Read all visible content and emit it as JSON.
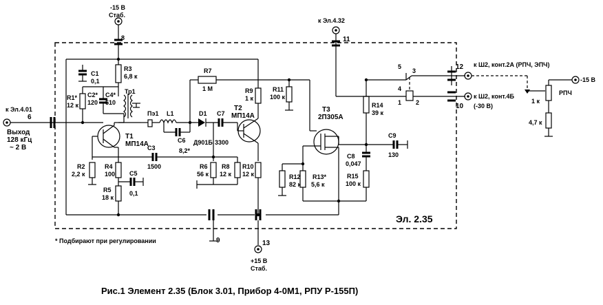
{
  "caption": "Рис.1  Элемент 2.35 (Блок 3.01, Прибор 4-0М1, РПУ Р-155П)",
  "note": "*  Подбирают при регулировании",
  "block_label": "Эл. 2.35",
  "terminals": {
    "t8": {
      "num": "8",
      "label1": "-15 В",
      "label2": "Стаб."
    },
    "t11": {
      "num": "11",
      "label1": "к Эл.4.32"
    },
    "t12": {
      "num": "12",
      "label1": "к Ш2, конт.2А (РПЧ, ЭПЧ)"
    },
    "t10": {
      "num": "10",
      "label1": "к Ш2, конт.4Б",
      "label2": "(-30 В)"
    },
    "t6": {
      "num": "6",
      "label1": "к Эл.4.01"
    },
    "t9": {
      "num": "9"
    },
    "t13": {
      "num": "13",
      "label1": "+15 В",
      "label2": "Стаб."
    }
  },
  "output_label": {
    "l1": "Выход",
    "l2": "128 кГц",
    "l3": "~ 2 В"
  },
  "switch": {
    "p1": "1",
    "p2": "2",
    "p3": "3",
    "p4": "4",
    "p5": "5"
  },
  "external": {
    "supply": "-15 В",
    "rpch": "РПЧ",
    "r_top": "1 к",
    "r_bot": "4,7 к"
  },
  "components": {
    "R1": {
      "name": "R1*",
      "value": "12 к"
    },
    "C1": {
      "name": "C1",
      "value": "0,1"
    },
    "C2": {
      "name": "C2*",
      "value": "120"
    },
    "C4": {
      "name": "C4*",
      "value": "510"
    },
    "R3": {
      "name": "R3",
      "value": "6,8 к"
    },
    "Tr1": {
      "name": "Тр1"
    },
    "T1": {
      "name": "T1",
      "value": "МП14А"
    },
    "R2": {
      "name": "R2",
      "value": "2,2 к"
    },
    "R4": {
      "name": "R4",
      "value": "100"
    },
    "R5": {
      "name": "R5",
      "value": "18 к"
    },
    "C3": {
      "name": "C3",
      "value": "1500"
    },
    "C5": {
      "name": "C5",
      "value": "0,1"
    },
    "Pe1": {
      "name": "Пэ1"
    },
    "L1": {
      "name": "L1"
    },
    "C6": {
      "name": "C6",
      "value": "8,2*"
    },
    "D1": {
      "name": "D1",
      "value": "Д901Б"
    },
    "C7": {
      "name": "C7",
      "value": "3300"
    },
    "R7": {
      "name": "R7",
      "value": "1 М"
    },
    "T2": {
      "name": "T2",
      "value": "МП14А"
    },
    "R9": {
      "name": "R9",
      "value": "1 к"
    },
    "R6": {
      "name": "R6",
      "value": "56 к"
    },
    "R8": {
      "name": "R8",
      "value": "12 к"
    },
    "R10": {
      "name": "R10",
      "value": "12 к"
    },
    "R11": {
      "name": "R11",
      "value": "100 к"
    },
    "T3": {
      "name": "T3",
      "value": "2П305А"
    },
    "R14": {
      "name": "R14",
      "value": "39 к"
    },
    "C8": {
      "name": "C8",
      "value": "0,047"
    },
    "C9": {
      "name": "C9",
      "value": "130"
    },
    "R12": {
      "name": "R12*",
      "value": "82 к"
    },
    "R13": {
      "name": "R13*",
      "value": "5,6 к"
    },
    "R15": {
      "name": "R15",
      "value": "100 к"
    }
  }
}
